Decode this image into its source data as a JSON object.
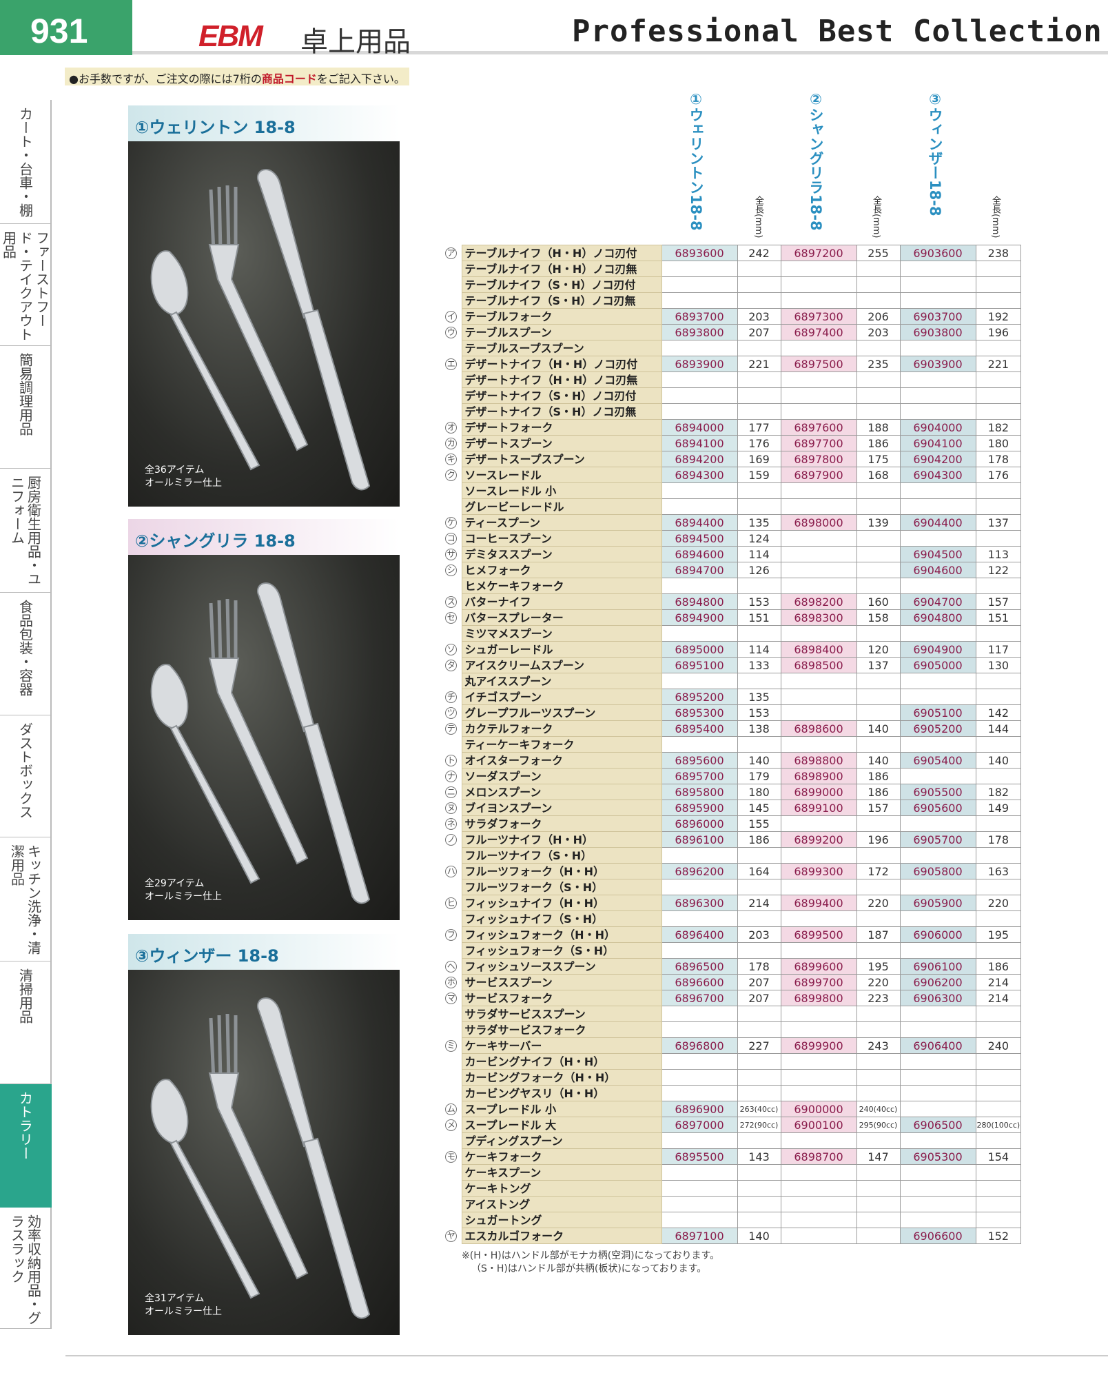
{
  "header": {
    "page_number": "931",
    "brand": "EBM",
    "category": "卓上用品",
    "collection": "Professional Best Collection"
  },
  "notice": {
    "prefix": "●お手数ですが、ご注文の際には7桁の",
    "highlight": "商品コード",
    "suffix": "をご記入下さい。"
  },
  "sidebar": [
    {
      "label": "カート・台車・棚"
    },
    {
      "label": "ファーストフード・テイクアウト用品"
    },
    {
      "label": "簡易調理用品"
    },
    {
      "label": "厨房衛生用品・ユニフォーム"
    },
    {
      "label": "食品包装・容器"
    },
    {
      "label": "ダストボックス"
    },
    {
      "label": "キッチン洗浄・清潔用品"
    },
    {
      "label": "清掃用品"
    },
    {
      "label": "カトラリー",
      "active": true
    },
    {
      "label": "効率収納用品・グラスラック"
    }
  ],
  "panels": [
    {
      "title": "①ウェリントン 18-8",
      "caption1": "全36アイテム",
      "caption2": "オールミラー仕上",
      "color": "#cfe6ea"
    },
    {
      "title": "②シャングリラ 18-8",
      "caption1": "全29アイテム",
      "caption2": "オールミラー仕上",
      "color": "#ecd6e6"
    },
    {
      "title": "③ウィンザー 18-8",
      "caption1": "全31アイテム",
      "caption2": "オールミラー仕上",
      "color": "#cfe6ea"
    }
  ],
  "table": {
    "series_headers": [
      "①ウェリントン18-8",
      "②シャングリラ18-8",
      "③ウィンザー18-8"
    ],
    "length_header": "全長(mm)",
    "rows": [
      [
        "ア",
        "テーブルナイフ（H・H）ノコ刃付",
        "6893600",
        "242",
        "6897200",
        "255",
        "6903600",
        "238"
      ],
      [
        "",
        "テーブルナイフ（H・H）ノコ刃無",
        "",
        "",
        "",
        "",
        "",
        ""
      ],
      [
        "",
        "テーブルナイフ（S・H）ノコ刃付",
        "",
        "",
        "",
        "",
        "",
        ""
      ],
      [
        "",
        "テーブルナイフ（S・H）ノコ刃無",
        "",
        "",
        "",
        "",
        "",
        ""
      ],
      [
        "イ",
        "テーブルフォーク",
        "6893700",
        "203",
        "6897300",
        "206",
        "6903700",
        "192"
      ],
      [
        "ウ",
        "テーブルスプーン",
        "6893800",
        "207",
        "6897400",
        "203",
        "6903800",
        "196"
      ],
      [
        "",
        "テーブルスープスプーン",
        "",
        "",
        "",
        "",
        "",
        ""
      ],
      [
        "エ",
        "デザートナイフ（H・H）ノコ刃付",
        "6893900",
        "221",
        "6897500",
        "235",
        "6903900",
        "221"
      ],
      [
        "",
        "デザートナイフ（H・H）ノコ刃無",
        "",
        "",
        "",
        "",
        "",
        ""
      ],
      [
        "",
        "デザートナイフ（S・H）ノコ刃付",
        "",
        "",
        "",
        "",
        "",
        ""
      ],
      [
        "",
        "デザートナイフ（S・H）ノコ刃無",
        "",
        "",
        "",
        "",
        "",
        ""
      ],
      [
        "オ",
        "デザートフォーク",
        "6894000",
        "177",
        "6897600",
        "188",
        "6904000",
        "182"
      ],
      [
        "カ",
        "デザートスプーン",
        "6894100",
        "176",
        "6897700",
        "186",
        "6904100",
        "180"
      ],
      [
        "キ",
        "デザートスープスプーン",
        "6894200",
        "169",
        "6897800",
        "175",
        "6904200",
        "178"
      ],
      [
        "ク",
        "ソースレードル",
        "6894300",
        "159",
        "6897900",
        "168",
        "6904300",
        "176"
      ],
      [
        "",
        "ソースレードル 小",
        "",
        "",
        "",
        "",
        "",
        ""
      ],
      [
        "",
        "グレービーレードル",
        "",
        "",
        "",
        "",
        "",
        ""
      ],
      [
        "ケ",
        "ティースプーン",
        "6894400",
        "135",
        "6898000",
        "139",
        "6904400",
        "137"
      ],
      [
        "コ",
        "コーヒースプーン",
        "6894500",
        "124",
        "",
        "",
        "",
        ""
      ],
      [
        "サ",
        "デミタススプーン",
        "6894600",
        "114",
        "",
        "",
        "6904500",
        "113"
      ],
      [
        "シ",
        "ヒメフォーク",
        "6894700",
        "126",
        "",
        "",
        "6904600",
        "122"
      ],
      [
        "",
        "ヒメケーキフォーク",
        "",
        "",
        "",
        "",
        "",
        ""
      ],
      [
        "ス",
        "バターナイフ",
        "6894800",
        "153",
        "6898200",
        "160",
        "6904700",
        "157"
      ],
      [
        "セ",
        "バタースプレーター",
        "6894900",
        "151",
        "6898300",
        "158",
        "6904800",
        "151"
      ],
      [
        "",
        "ミツマメスプーン",
        "",
        "",
        "",
        "",
        "",
        ""
      ],
      [
        "ソ",
        "シュガーレードル",
        "6895000",
        "114",
        "6898400",
        "120",
        "6904900",
        "117"
      ],
      [
        "タ",
        "アイスクリームスプーン",
        "6895100",
        "133",
        "6898500",
        "137",
        "6905000",
        "130"
      ],
      [
        "",
        "丸アイススプーン",
        "",
        "",
        "",
        "",
        "",
        ""
      ],
      [
        "チ",
        "イチゴスプーン",
        "6895200",
        "135",
        "",
        "",
        "",
        ""
      ],
      [
        "ツ",
        "グレープフルーツスプーン",
        "6895300",
        "153",
        "",
        "",
        "6905100",
        "142"
      ],
      [
        "テ",
        "カクテルフォーク",
        "6895400",
        "138",
        "6898600",
        "140",
        "6905200",
        "144"
      ],
      [
        "",
        "ティーケーキフォーク",
        "",
        "",
        "",
        "",
        "",
        ""
      ],
      [
        "ト",
        "オイスターフォーク",
        "6895600",
        "140",
        "6898800",
        "140",
        "6905400",
        "140"
      ],
      [
        "ナ",
        "ソーダスプーン",
        "6895700",
        "179",
        "6898900",
        "186",
        "",
        ""
      ],
      [
        "ニ",
        "メロンスプーン",
        "6895800",
        "180",
        "6899000",
        "186",
        "6905500",
        "182"
      ],
      [
        "ヌ",
        "ブイヨンスプーン",
        "6895900",
        "145",
        "6899100",
        "157",
        "6905600",
        "149"
      ],
      [
        "ネ",
        "サラダフォーク",
        "6896000",
        "155",
        "",
        "",
        "",
        ""
      ],
      [
        "ノ",
        "フルーツナイフ（H・H）",
        "6896100",
        "186",
        "6899200",
        "196",
        "6905700",
        "178"
      ],
      [
        "",
        "フルーツナイフ（S・H）",
        "",
        "",
        "",
        "",
        "",
        ""
      ],
      [
        "ハ",
        "フルーツフォーク（H・H）",
        "6896200",
        "164",
        "6899300",
        "172",
        "6905800",
        "163"
      ],
      [
        "",
        "フルーツフォーク（S・H）",
        "",
        "",
        "",
        "",
        "",
        ""
      ],
      [
        "ヒ",
        "フィッシュナイフ（H・H）",
        "6896300",
        "214",
        "6899400",
        "220",
        "6905900",
        "220"
      ],
      [
        "",
        "フィッシュナイフ（S・H）",
        "",
        "",
        "",
        "",
        "",
        ""
      ],
      [
        "フ",
        "フィッシュフォーク（H・H）",
        "6896400",
        "203",
        "6899500",
        "187",
        "6906000",
        "195"
      ],
      [
        "",
        "フィッシュフォーク（S・H）",
        "",
        "",
        "",
        "",
        "",
        ""
      ],
      [
        "ヘ",
        "フィッシュソーススプーン",
        "6896500",
        "178",
        "6899600",
        "195",
        "6906100",
        "186"
      ],
      [
        "ホ",
        "サービススプーン",
        "6896600",
        "207",
        "6899700",
        "220",
        "6906200",
        "214"
      ],
      [
        "マ",
        "サービスフォーク",
        "6896700",
        "207",
        "6899800",
        "223",
        "6906300",
        "214"
      ],
      [
        "",
        "サラダサービススプーン",
        "",
        "",
        "",
        "",
        "",
        ""
      ],
      [
        "",
        "サラダサービスフォーク",
        "",
        "",
        "",
        "",
        "",
        ""
      ],
      [
        "ミ",
        "ケーキサーバー",
        "6896800",
        "227",
        "6899900",
        "243",
        "6906400",
        "240"
      ],
      [
        "",
        "カービングナイフ（H・H）",
        "",
        "",
        "",
        "",
        "",
        ""
      ],
      [
        "",
        "カービングフォーク（H・H）",
        "",
        "",
        "",
        "",
        "",
        ""
      ],
      [
        "",
        "カービングヤスリ（H・H）",
        "",
        "",
        "",
        "",
        "",
        ""
      ],
      [
        "ム",
        "スープレードル 小",
        "6896900",
        "263(40cc)",
        "6900000",
        "240(40cc)",
        "",
        ""
      ],
      [
        "メ",
        "スープレードル 大",
        "6897000",
        "272(90cc)",
        "6900100",
        "295(90cc)",
        "6906500",
        "280(100cc)"
      ],
      [
        "",
        "プディングスプーン",
        "",
        "",
        "",
        "",
        "",
        ""
      ],
      [
        "モ",
        "ケーキフォーク",
        "6895500",
        "143",
        "6898700",
        "147",
        "6905300",
        "154"
      ],
      [
        "",
        "ケーキスプーン",
        "",
        "",
        "",
        "",
        "",
        ""
      ],
      [
        "",
        "ケーキトング",
        "",
        "",
        "",
        "",
        "",
        ""
      ],
      [
        "",
        "アイストング",
        "",
        "",
        "",
        "",
        "",
        ""
      ],
      [
        "",
        "シュガートング",
        "",
        "",
        "",
        "",
        "",
        ""
      ],
      [
        "ヤ",
        "エスカルゴフォーク",
        "6897100",
        "140",
        "",
        "",
        "6906600",
        "152"
      ]
    ]
  },
  "footnotes": [
    "※(H・H)はハンドル部がモナカ柄(空洞)になっております。",
    "（S・H)はハンドル部が共柄(板状)になっております。"
  ]
}
